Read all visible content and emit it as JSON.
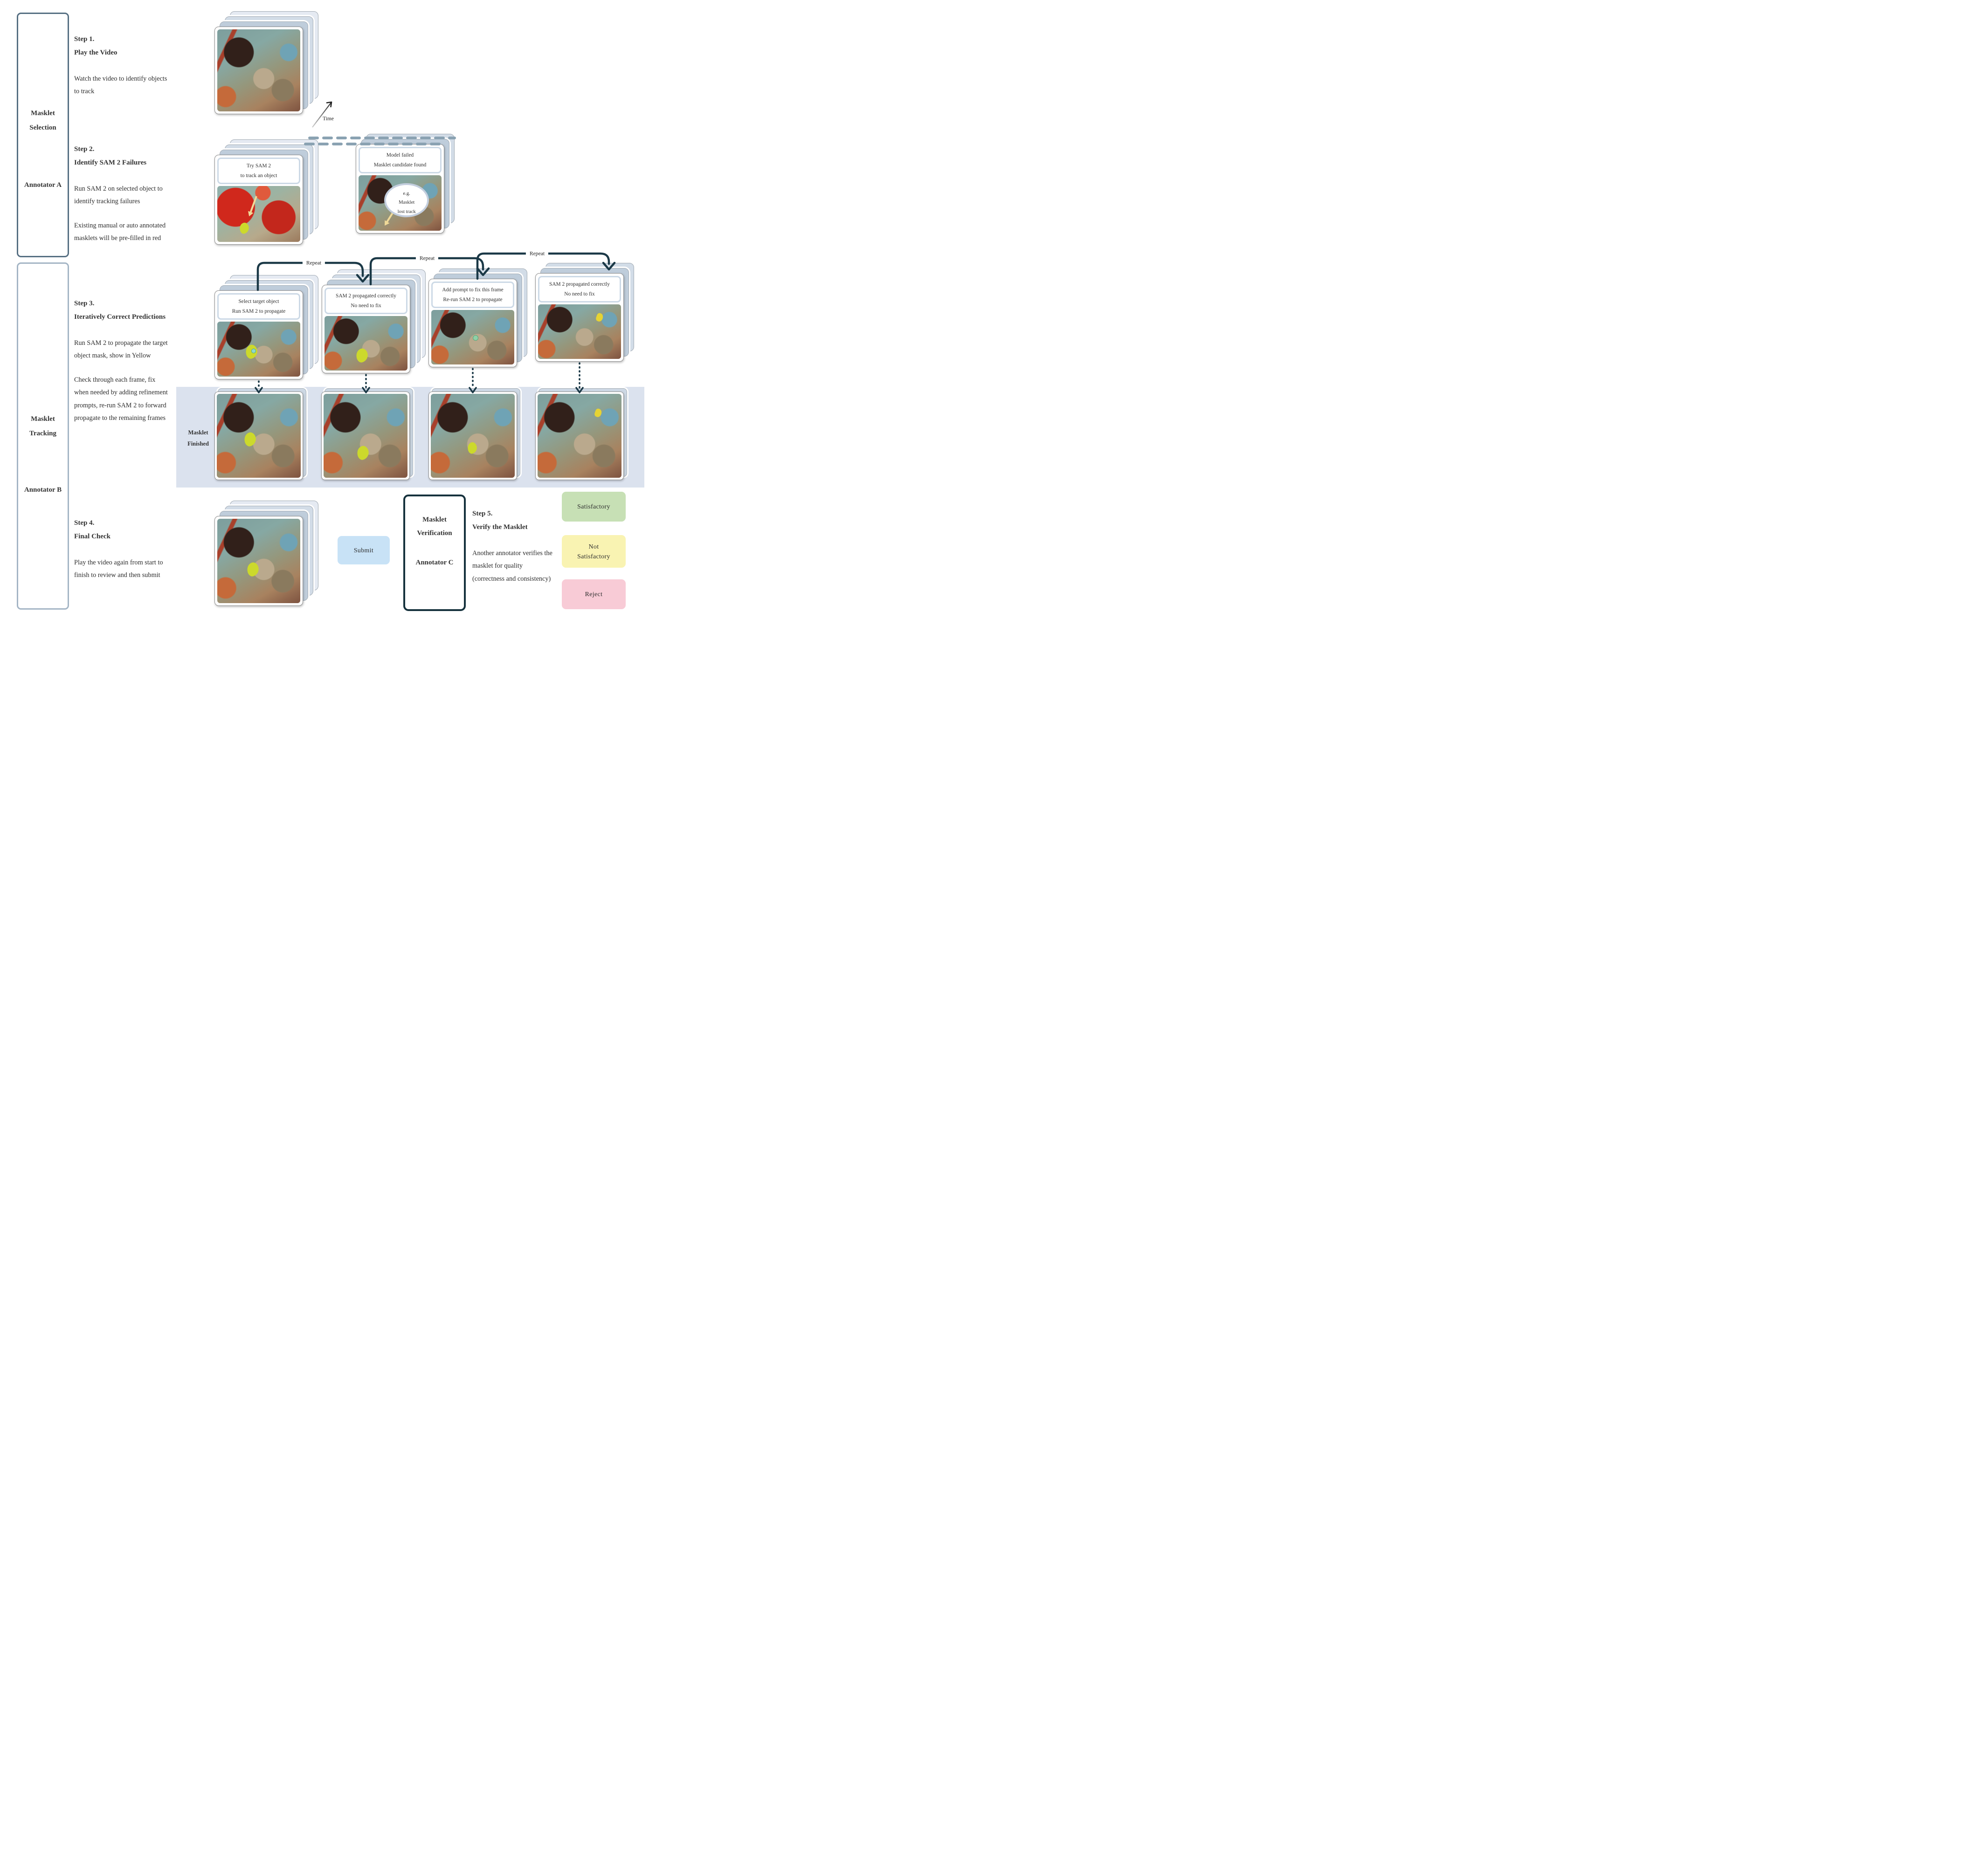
{
  "lanes": [
    {
      "title": "Masklet Selection",
      "annotator": "Annotator A"
    },
    {
      "title": "Masklet Tracking",
      "annotator": "Annotator B"
    }
  ],
  "steps": {
    "step1": {
      "h1": "Step 1.",
      "h2": "Play the Video",
      "p1": "Watch the video to identify objects to track"
    },
    "step2": {
      "h1": "Step 2.",
      "h2": "Identify SAM 2 Failures",
      "p1": "Run SAM 2 on selected object to identify tracking failures",
      "p2": "Existing manual or auto annotated masklets will be pre-filled in red"
    },
    "step3": {
      "h1": "Step 3.",
      "h2": "Iteratively Correct Predictions",
      "p1": "Run SAM 2 to propagate the target object mask, show in Yellow",
      "p2": "Check through each frame, fix when needed by adding refinement prompts, re-run SAM 2 to forward propagate to the remaining frames"
    },
    "step4": {
      "h1": "Step 4.",
      "h2": "Final Check",
      "p1": "Play the video again from start to finish to review and then submit"
    },
    "step5": {
      "h1": "Step 5.",
      "h2": "Verify the Masklet",
      "p1": "Another annotator verifies the masklet for quality (correctness and consistency)"
    }
  },
  "captions": {
    "try_sam2": {
      "l1": "Try SAM 2",
      "l2": "to track an object"
    },
    "model_failed": {
      "l1": "Model failed",
      "l2": "Masklet candidate found"
    },
    "lost_track": {
      "l1": "e.g.",
      "l2": "Masklet",
      "l3": "lost track"
    },
    "select_target": {
      "l1": "Select target object",
      "l2": "Run SAM 2 to propagate"
    },
    "propagated_ok": {
      "l1": "SAM 2 propagated correctly",
      "l2": "No need to fix"
    },
    "add_prompt": {
      "l1": "Add prompt to fix this frame",
      "l2": "Re-run SAM 2 to propagate"
    },
    "propagated_ok2": {
      "l1": "SAM 2 propagated correctly",
      "l2": "No need to fix"
    }
  },
  "labels": {
    "time": "Time",
    "repeat": "Repeat",
    "masklet_finished": "Masklet Finished",
    "submit": "Submit"
  },
  "verification": {
    "title": "Masklet Verification",
    "annotator": "Annotator C"
  },
  "verdicts": [
    {
      "label": "Satisfactory",
      "color": "#c7e0b5"
    },
    {
      "label": "Not Satisfactory",
      "color": "#f9f3b2"
    },
    {
      "label": "Reject",
      "color": "#f8cbd6"
    }
  ],
  "colors": {
    "lane1_border": "#566f82",
    "lane2_border": "#a4b5c5",
    "band_bg": "#dbe2ee",
    "submit_bg": "#c8e2f6",
    "arrow_dark": "#1b3947",
    "dashed_connector": "#8aa2b2",
    "mask_yellow": "#ccd92c",
    "prefill_red": "#d0281c"
  }
}
